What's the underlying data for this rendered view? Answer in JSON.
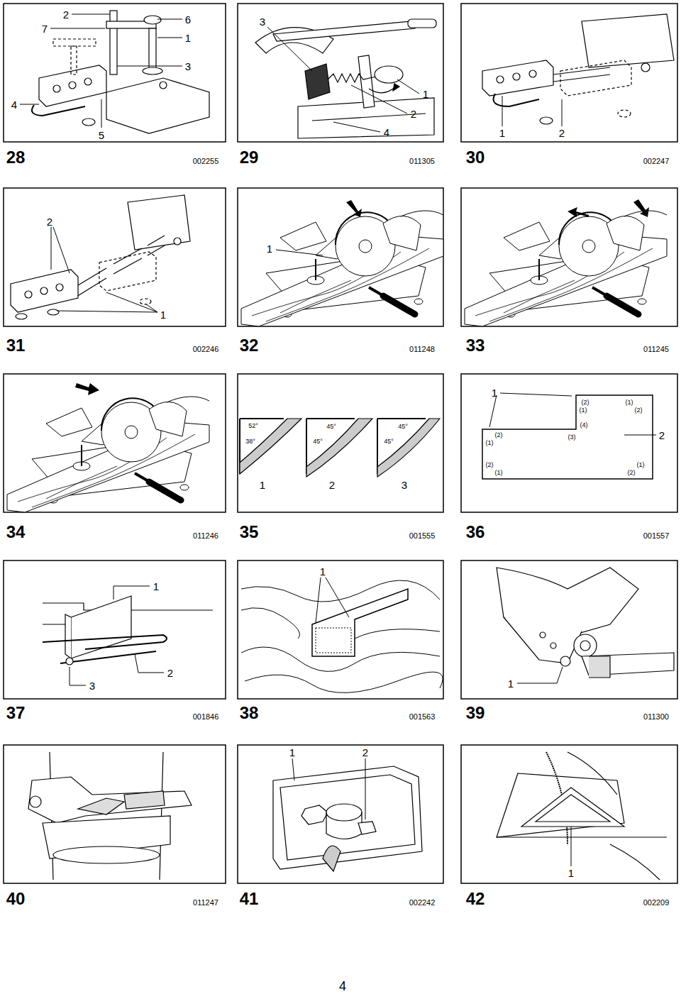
{
  "diagram": {
    "labels": [
      "2",
      "6",
      "7",
      "1",
      "3",
      "4",
      "5",
      "28",
      "002255",
      "3",
      "1",
      "2",
      "4",
      "29",
      "011305",
      "1",
      "2",
      "30",
      "002247",
      "2",
      "1",
      "31",
      "002246",
      "1",
      "32",
      "011248",
      "33",
      "011245",
      "34",
      "011246",
      "52°",
      "38°",
      "45°",
      "45°",
      "45°",
      "45°",
      "1",
      "2",
      "3",
      "35",
      "001555",
      "1",
      "(2)",
      "(1)",
      "(1)",
      "(2)",
      "(2)",
      "(1)",
      "(4)",
      "(3)",
      "2",
      "(2)",
      "(1)",
      "(1)",
      "(2)",
      "36",
      "001557",
      "1",
      "2",
      "3",
      "37",
      "001846",
      "1",
      "38",
      "001563",
      "1",
      "39",
      "011300",
      "40",
      "011247",
      "1",
      "2",
      "41",
      "002242",
      "1",
      "42",
      "002209",
      "4"
    ]
  }
}
